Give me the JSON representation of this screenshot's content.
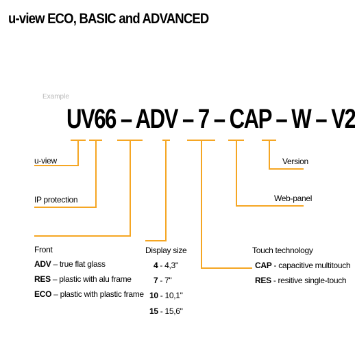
{
  "title": "u-view ECO, BASIC and ADVANCED",
  "example_label": "Example",
  "code": "UV66 – ADV – 7 – CAP – W – V2",
  "labels": {
    "uview": "u-view",
    "ip": "IP protection",
    "version": "Version",
    "webpanel": "Web-panel"
  },
  "front": {
    "heading": "Front",
    "items": [
      {
        "code": "ADV",
        "desc": "– true flat glass"
      },
      {
        "code": "RES",
        "desc": "– plastic with alu frame"
      },
      {
        "code": "ECO",
        "desc": "– plastic with plastic frame"
      }
    ]
  },
  "display": {
    "heading": "Display size",
    "items": [
      {
        "code": "4",
        "size": "-   4,3\""
      },
      {
        "code": "7",
        "size": "-      7\""
      },
      {
        "code": "10",
        "size": "- 10,1\""
      },
      {
        "code": "15",
        "size": "- 15,6\""
      }
    ]
  },
  "touch": {
    "heading": "Touch technology",
    "items": [
      {
        "code": "CAP",
        "desc": "-  capacitive multitouch"
      },
      {
        "code": "RES",
        "desc": "-  resitive single-touch"
      }
    ]
  },
  "colors": {
    "accent": "#f5a623"
  }
}
